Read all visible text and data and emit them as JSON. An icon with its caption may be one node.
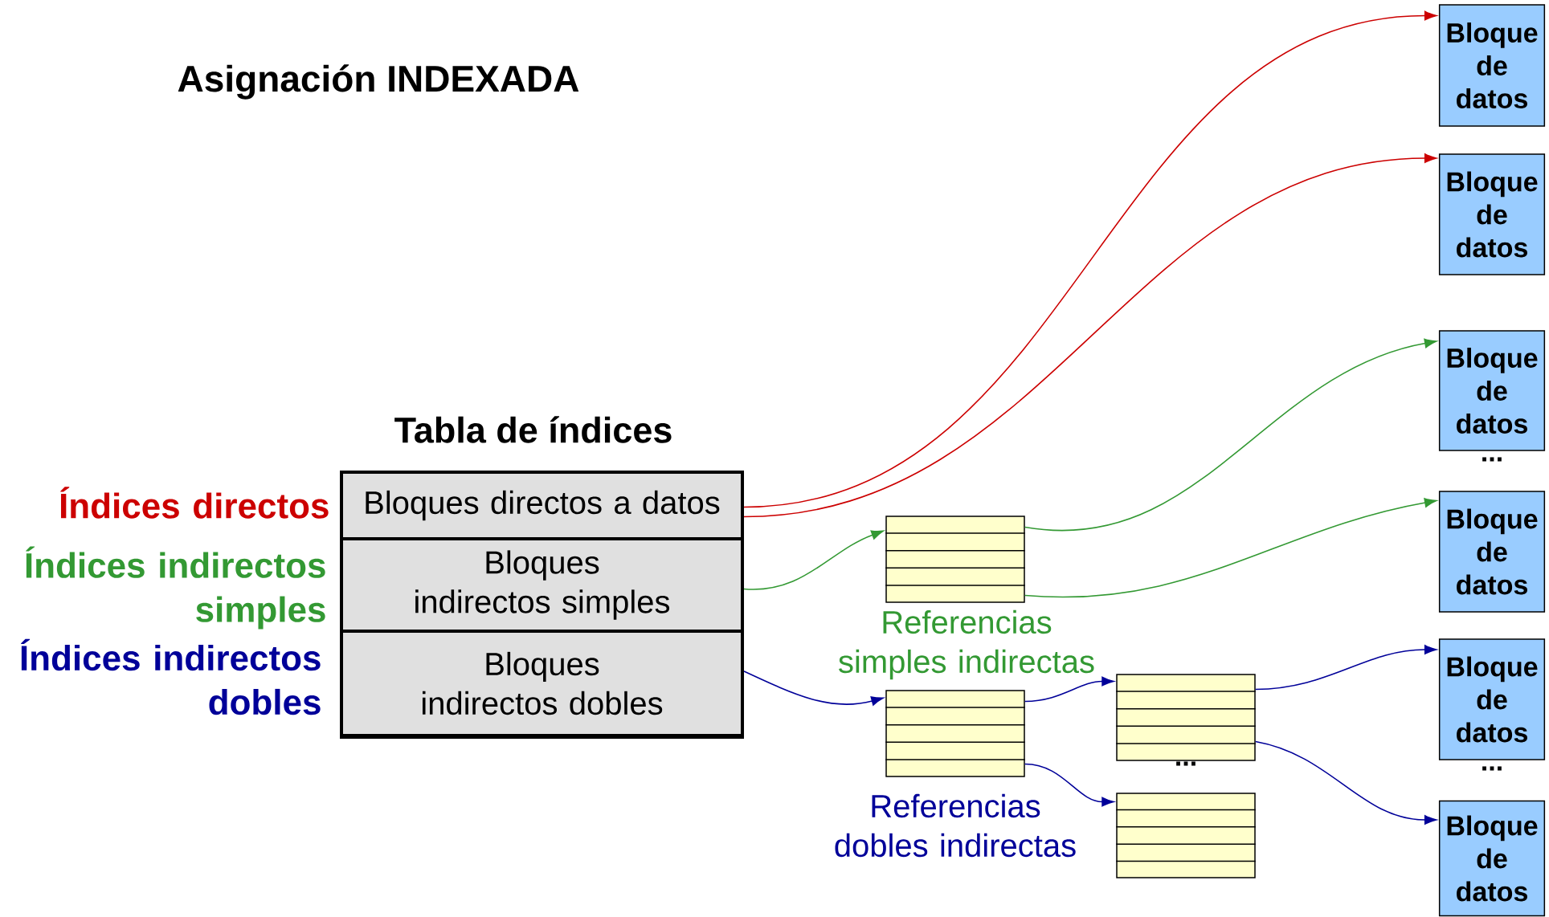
{
  "diagram": {
    "title": "Asignación INDEXADA",
    "nodes": [
      {
        "text": [
          "Tabla de índices"
        ]
      },
      {
        "text": [
          "Bloques directos a datos"
        ],
        "in": 0
      },
      {
        "text": [
          "Bloques indirectos simples"
        ],
        "in": 0
      },
      {
        "text": [
          "Bloques indirectos dobles"
        ],
        "in": 0
      },
      {
        "text": [],
        "shape": "box",
        "beside": [
          "Referencias simples indirectas"
        ]
      },
      {
        "text": [],
        "shape": "box",
        "beside": [
          "Referencias dobles indirectas"
        ]
      },
      {
        "text": [],
        "shape": "box"
      },
      {
        "text": [],
        "shape": "box"
      },
      {
        "text": [
          "Bloque de datos"
        ]
      },
      {
        "text": [
          "Bloque de datos"
        ]
      },
      {
        "text": [
          "Bloque de datos"
        ]
      },
      {
        "text": [
          "Bloque de datos"
        ]
      },
      {
        "text": [
          "Bloque de datos"
        ]
      },
      {
        "text": [
          "Bloque de datos"
        ]
      }
    ],
    "edges": [
      {
        "from": 1,
        "to": 8,
        "arrow": "to",
        "color": "#cc0000"
      },
      {
        "from": 1,
        "to": 9,
        "arrow": "to",
        "color": "#cc0000"
      },
      {
        "from": 2,
        "to": 4,
        "arrow": "to",
        "color": "#339933"
      },
      {
        "from": 4,
        "to": 10,
        "arrow": "to",
        "color": "#339933"
      },
      {
        "from": 4,
        "to": 11,
        "arrow": "to",
        "color": "#339933"
      },
      {
        "from": 3,
        "to": 5,
        "arrow": "to"
      },
      {
        "from": 5,
        "to": 6,
        "arrow": "to"
      },
      {
        "from": 5,
        "to": 7,
        "arrow": "to"
      },
      {
        "from": 6,
        "to": 12,
        "arrow": "to"
      },
      {
        "from": 6,
        "to": 13,
        "arrow": "to"
      }
    ],
    "labels": [
      "Índices directos",
      "Índices indirectos simples",
      "Índices indirectos dobles",
      "...",
      "...",
      "..."
    ]
  }
}
